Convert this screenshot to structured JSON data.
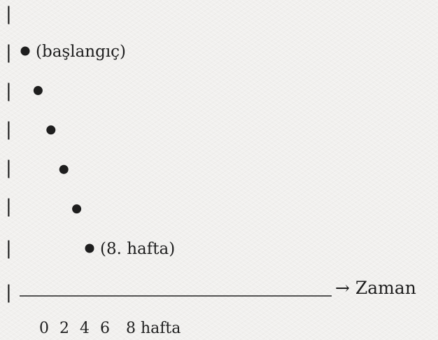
{
  "chart_data": {
    "type": "scatter",
    "title": "",
    "xlabel": "Zaman",
    "ylabel": "",
    "x_ticks": [
      "0",
      "2",
      "4",
      "6",
      "8 hafta"
    ],
    "points": [
      {
        "x": 0,
        "y": 6,
        "label": "(başlangıç)"
      },
      {
        "x": 1.6,
        "y": 5,
        "label": ""
      },
      {
        "x": 3.2,
        "y": 4,
        "label": ""
      },
      {
        "x": 4.8,
        "y": 3,
        "label": ""
      },
      {
        "x": 6.4,
        "y": 2,
        "label": ""
      },
      {
        "x": 8,
        "y": 1,
        "label": "(8. hafta)"
      }
    ],
    "axis_arrow": "→",
    "axis_pipe": "|",
    "grid": false
  }
}
